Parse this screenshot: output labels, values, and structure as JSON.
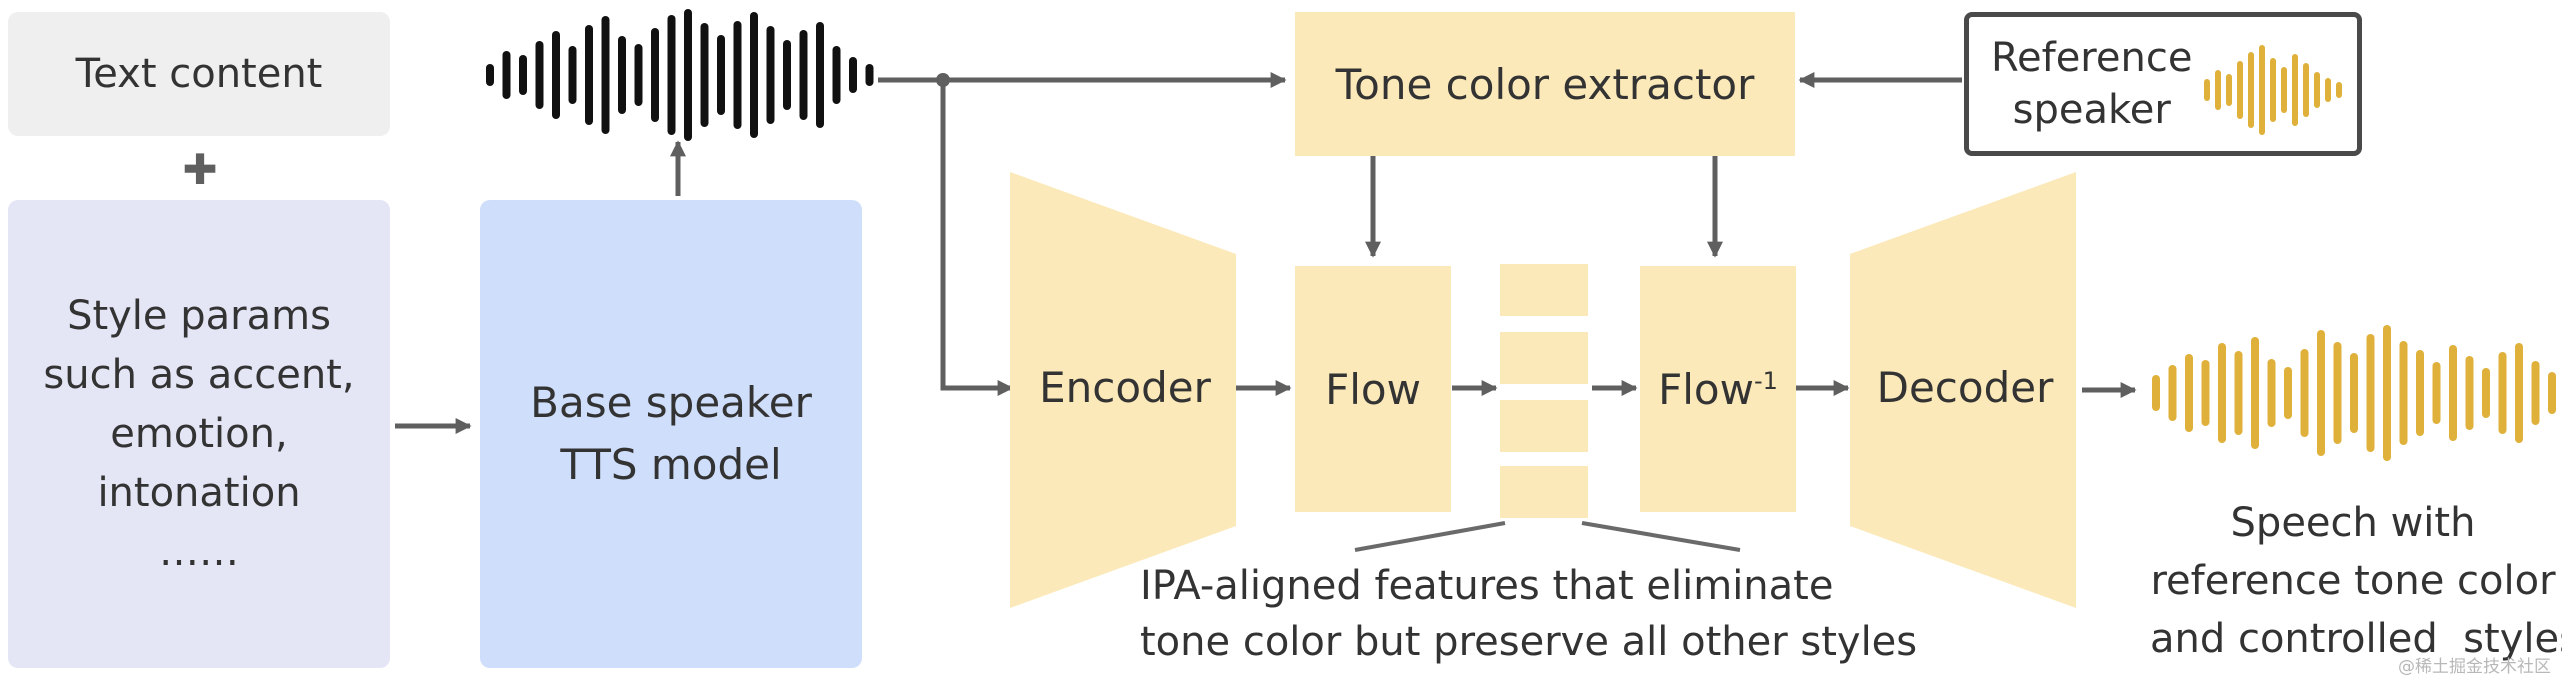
{
  "text_content": "Text content",
  "plus_sign": "✚",
  "style_params": [
    "Style params",
    "such as accent,",
    "emotion,",
    "intonation",
    "……"
  ],
  "base_tts": [
    "Base speaker",
    "TTS model"
  ],
  "tone_extractor": "Tone color extractor",
  "reference": [
    "Reference",
    "speaker"
  ],
  "encoder": "Encoder",
  "flow": "Flow",
  "flow_inv": "Flow",
  "flow_inv_sup": "-1",
  "decoder": "Decoder",
  "ipa_caption": [
    "IPA-aligned features that eliminate",
    "tone color but preserve all other styles"
  ],
  "output_caption": [
    "Speech with",
    "reference tone color",
    "and controlled  styles"
  ],
  "watermark": "@稀土掘金技术社区",
  "colors": {
    "gray_box": "#efefef",
    "lavender": "#e4e6f6",
    "blue": "#cfdefb",
    "yellow": "#fbe9b9",
    "gold": "#e0b13a",
    "arrow": "#5f5f5f",
    "border": "#4a4a4a"
  },
  "icons": {
    "plus": "plus-icon",
    "input_wave": "waveform-icon",
    "reference_wave": "waveform-icon",
    "output_wave": "waveform-icon"
  }
}
